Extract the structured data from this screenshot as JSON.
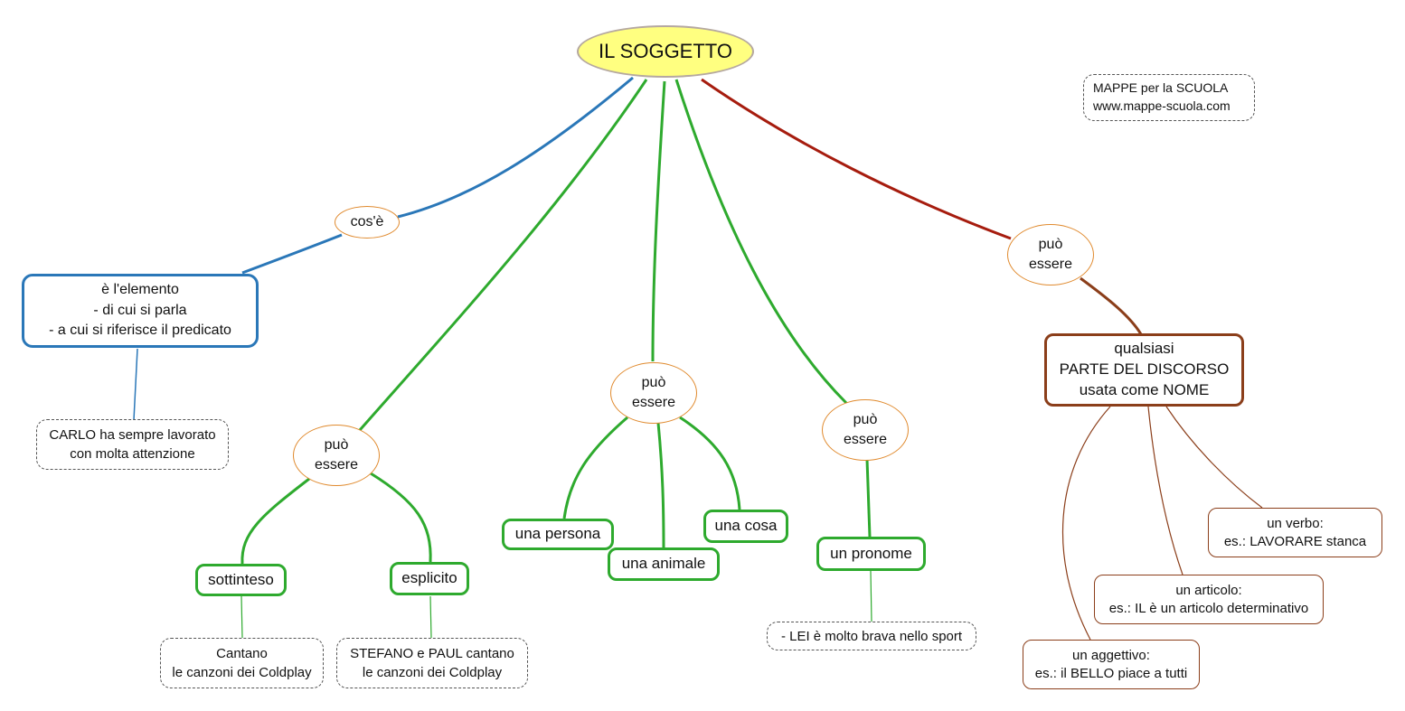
{
  "root": {
    "label": "IL SOGGETTO"
  },
  "watermark": {
    "line1": "MAPPE per la SCUOLA",
    "line2": "www.mappe-scuola.com"
  },
  "connectors": {
    "cose": "cos'è",
    "puo_essere_line1": "può",
    "puo_essere_line2": "essere"
  },
  "definition": {
    "line1": "è l'elemento",
    "line2": "- di cui si  parla",
    "line3": "- a cui si riferisce il predicato",
    "example_line1": "CARLO ha sempre lavorato",
    "example_line2": "con molta attenzione"
  },
  "subject_type": {
    "implicit": "sottinteso",
    "explicit": "esplicito",
    "implicit_example_line1": "Cantano",
    "implicit_example_line2": "le canzoni dei Coldplay",
    "explicit_example_line1": "STEFANO e PAUL cantano",
    "explicit_example_line2": "le canzoni dei Coldplay"
  },
  "entities": {
    "person": "una persona",
    "animal": "una animale",
    "thing": "una cosa"
  },
  "pronoun": {
    "label": "un pronome",
    "example": "- LEI è molto brava nello sport"
  },
  "part_of_speech": {
    "line1": "qualsiasi",
    "line2": "PARTE DEL DISCORSO",
    "line3": "usata come NOME",
    "verb_line1": "un verbo:",
    "verb_line2": "es.: LAVORARE stanca",
    "article_line1": "un articolo:",
    "article_line2": "es.: IL è un articolo determinativo",
    "adjective_line1": "un aggettivo:",
    "adjective_line2": "es.: il BELLO piace a tutti"
  },
  "colors": {
    "root_fill": "#ffff80",
    "blue_branch": "#2a77b8",
    "green_branch": "#2eaa2e",
    "red_branch": "#a61c0e",
    "brown_branch": "#8b3e1a",
    "connector_border": "#e08a2e"
  }
}
